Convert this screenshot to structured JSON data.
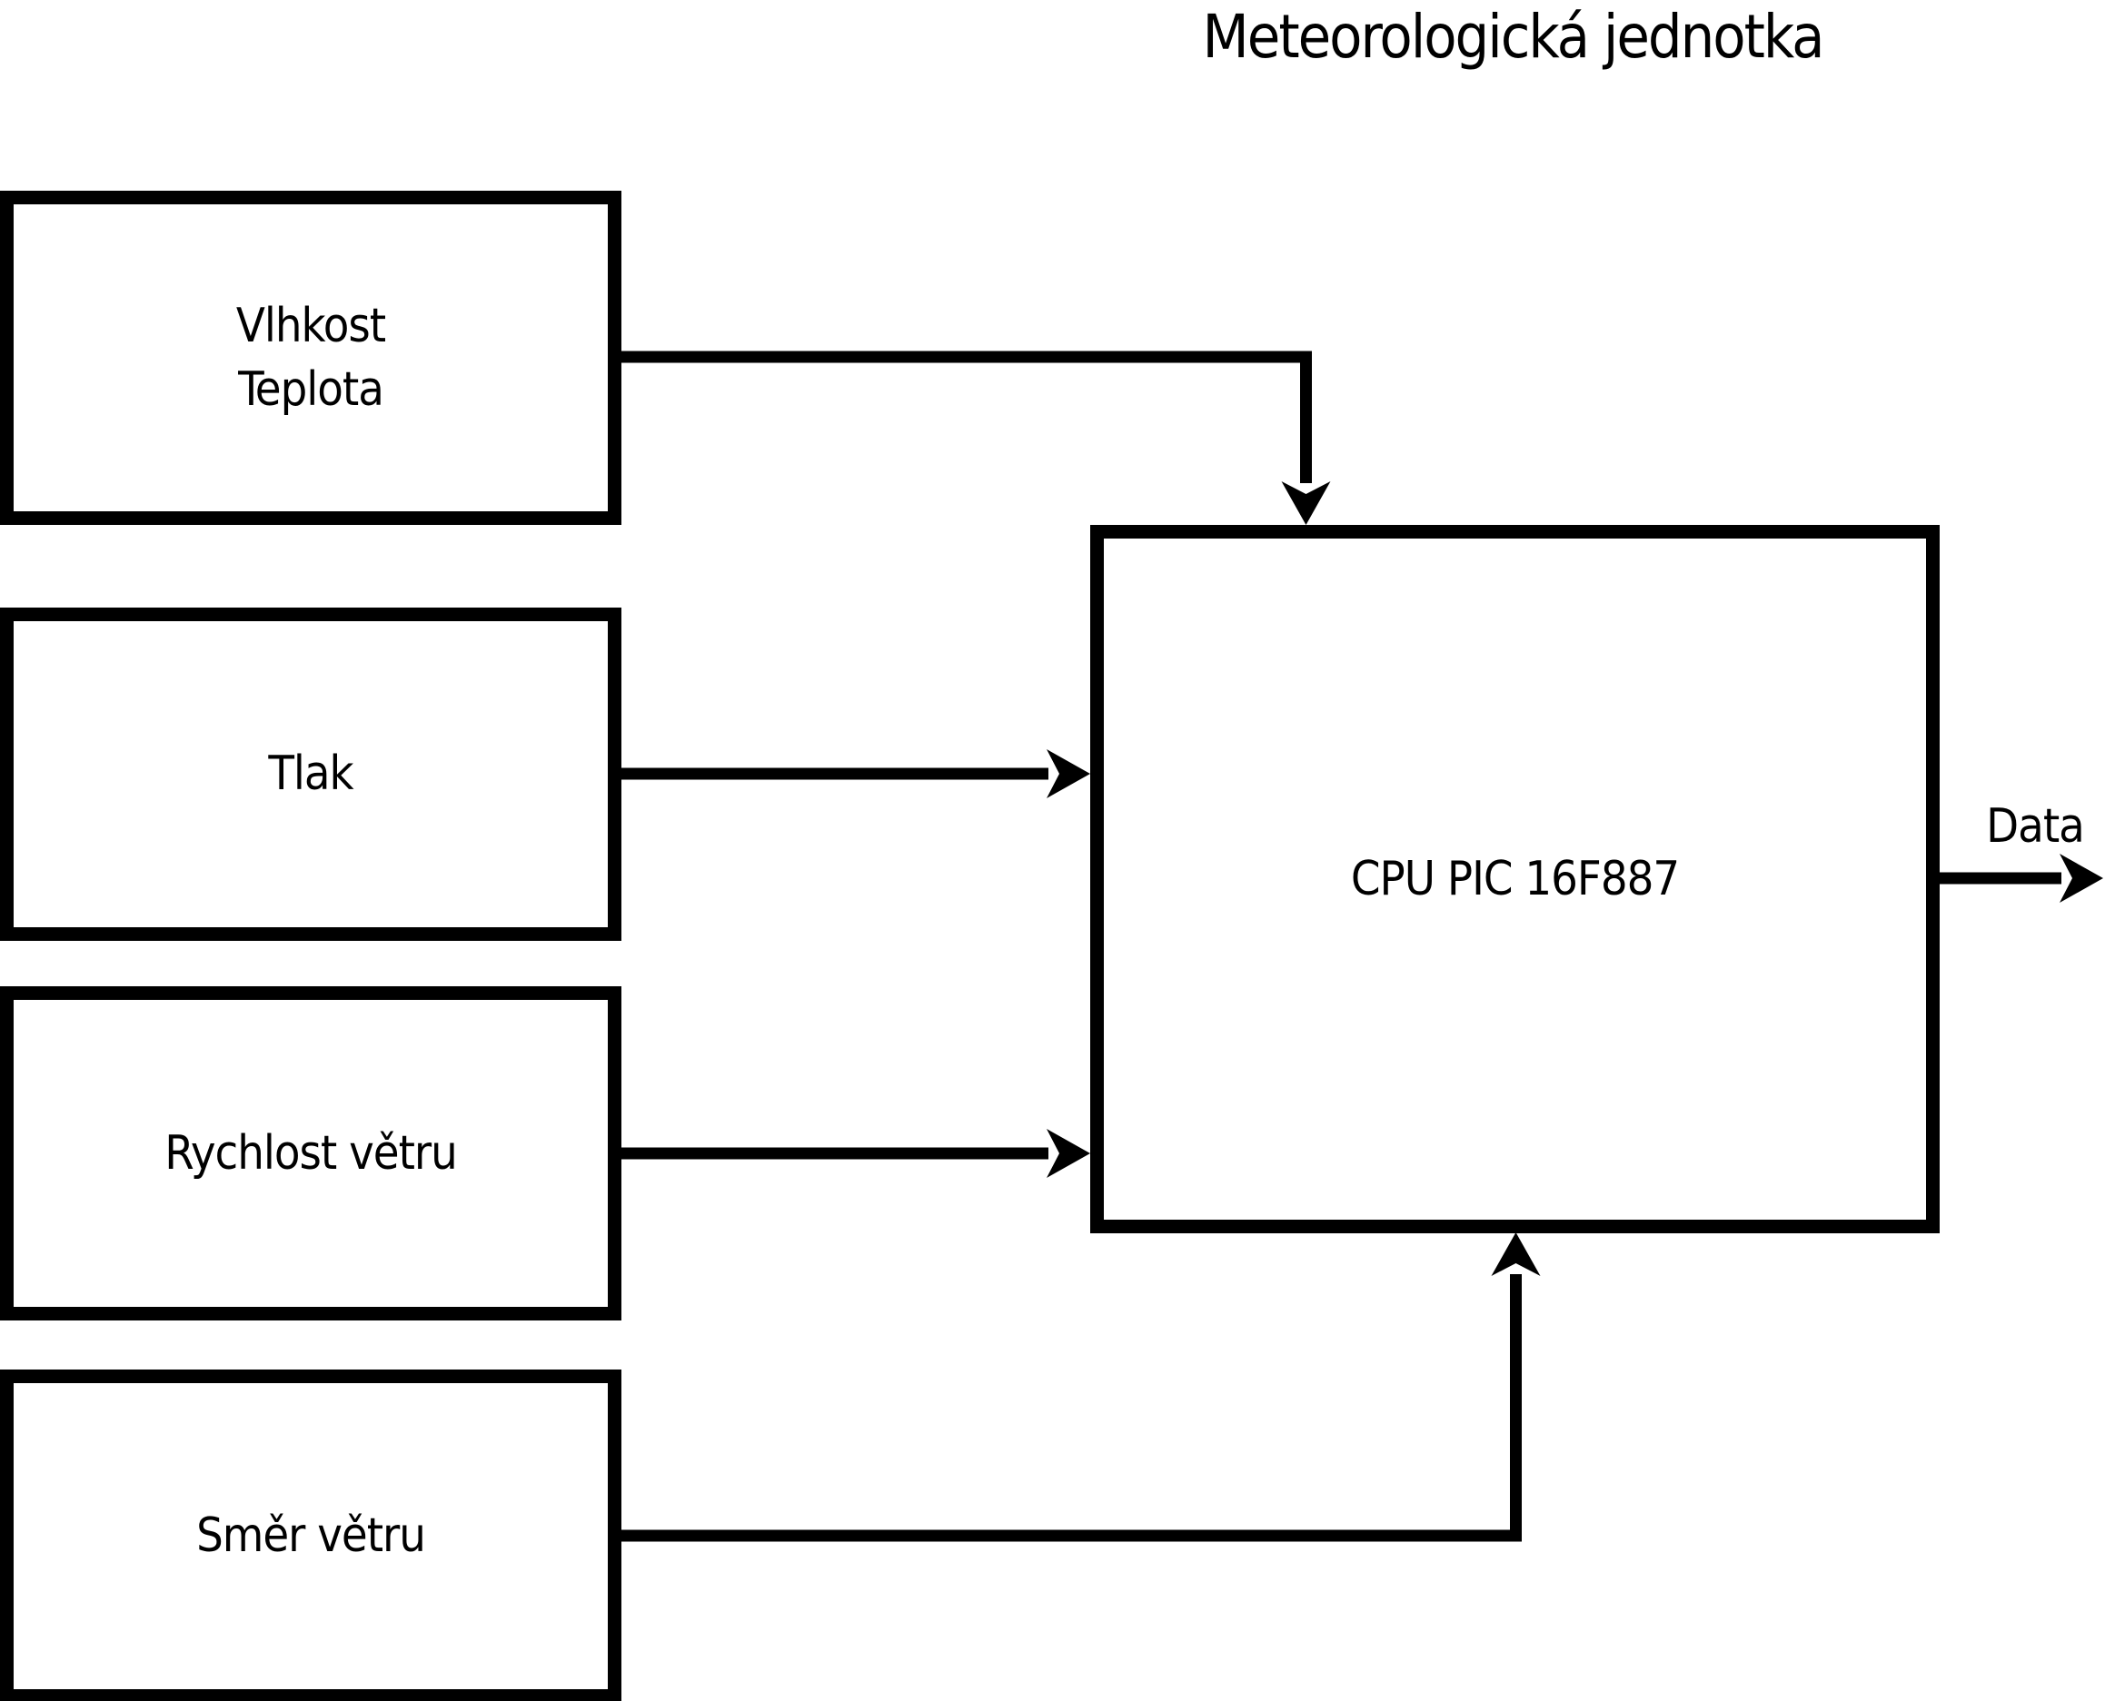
{
  "title": "Meteorologická jednotka",
  "boxes": [
    {
      "name": "humidity-temperature",
      "lines": [
        "Vlhkost",
        "Teplota"
      ]
    },
    {
      "name": "pressure",
      "lines": [
        "Tlak"
      ]
    },
    {
      "name": "wind-speed",
      "lines": [
        "Rychlost větru"
      ]
    },
    {
      "name": "wind-direction",
      "lines": [
        "Směr větru"
      ]
    }
  ],
  "cpu": {
    "label": "CPU PIC 16F887"
  },
  "output": {
    "label": "Data"
  },
  "connectors": [
    {
      "from": "humidity-temperature",
      "to": "cpu",
      "entry": "top"
    },
    {
      "from": "pressure",
      "to": "cpu",
      "entry": "left"
    },
    {
      "from": "wind-speed",
      "to": "cpu",
      "entry": "left"
    },
    {
      "from": "wind-direction",
      "to": "cpu",
      "entry": "bottom"
    },
    {
      "from": "cpu",
      "to": "data-output",
      "entry": "right"
    }
  ],
  "colors": {
    "line": "#000000",
    "text": "#000000",
    "background": "#ffffff"
  }
}
